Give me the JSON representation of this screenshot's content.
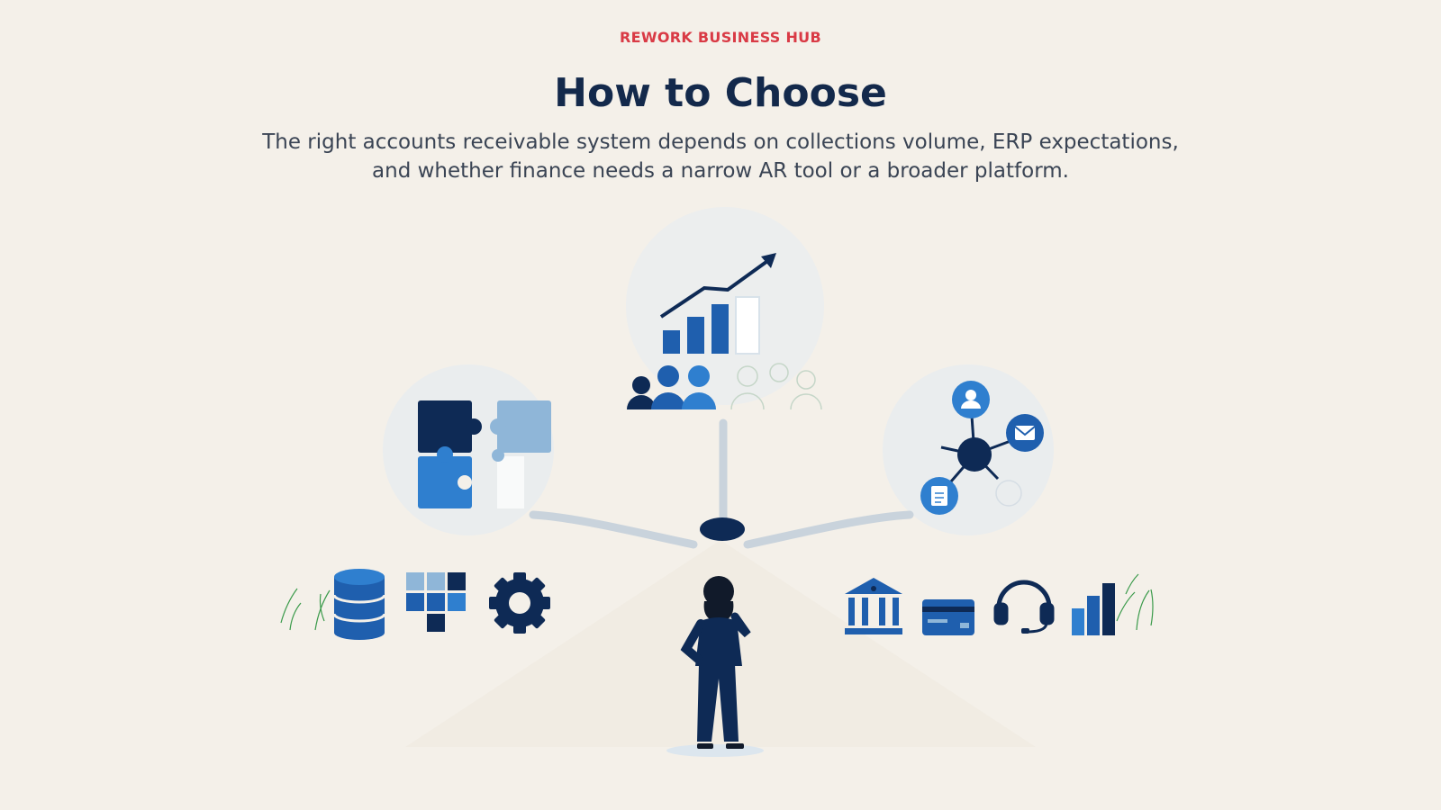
{
  "header": {
    "eyebrow": "REWORK BUSINESS HUB",
    "title": "How to Choose",
    "subtitle": "The right accounts receivable system depends on collections volume, ERP expectations, and whether finance needs a narrow AR tool or a broader platform."
  },
  "illustration": {
    "icons": [
      "growth-chart-icon",
      "team-icon",
      "puzzle-icon",
      "network-hub-icon",
      "database-icon",
      "modules-grid-icon",
      "gear-icon",
      "bank-icon",
      "credit-card-icon",
      "headset-icon",
      "bar-chart-icon"
    ],
    "colors": {
      "navy": "#0e2a55",
      "blue": "#1f5fae",
      "mid_blue": "#2f7fcf",
      "light_blue": "#8fb6d8",
      "accent_red": "#d93a45"
    }
  }
}
